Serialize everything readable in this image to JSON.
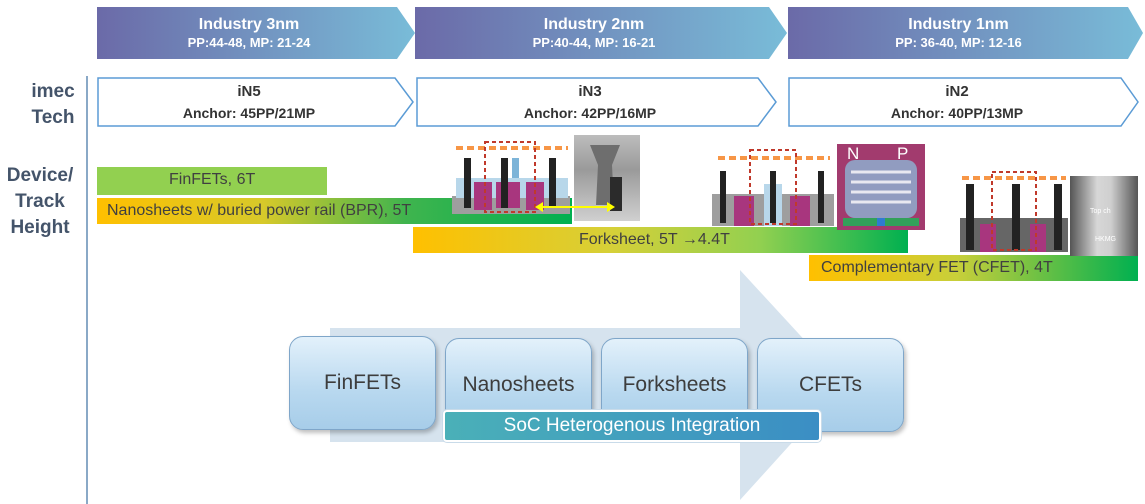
{
  "industry_nodes": [
    {
      "title": "Industry 3nm",
      "pitch": "PP:44-48, MP: 21-24"
    },
    {
      "title": "Industry 2nm",
      "pitch": "PP:40-44, MP: 16-21"
    },
    {
      "title": "Industry 1nm",
      "pitch": "PP: 36-40, MP: 12-16"
    }
  ],
  "row_labels": {
    "imec_tech": [
      "imec",
      "Tech"
    ],
    "device_track": [
      "Device/",
      "Track",
      "Height"
    ]
  },
  "imec_nodes": [
    {
      "title": "iN5",
      "anchor": "Anchor: 45PP/21MP"
    },
    {
      "title": "iN3",
      "anchor": "Anchor: 42PP/16MP"
    },
    {
      "title": "iN2",
      "anchor": "Anchor: 40PP/13MP"
    }
  ],
  "device_bars": [
    {
      "label": "FinFETs, 6T",
      "color_start": "#92d050",
      "color_end": "#92d050"
    },
    {
      "label": "Nanosheets w/ buried power rail (BPR), 5T",
      "color_start": "#ffc000",
      "color_end": "#00b050"
    },
    {
      "label": "Forksheet, 5T →4.4T",
      "color_start": "#ffc000",
      "color_end": "#00b050"
    },
    {
      "label": "Complementary FET (CFET), 4T",
      "color_start": "#ffc000",
      "color_end": "#00b050"
    }
  ],
  "micrograph_labels": {
    "forksheet_n": "N",
    "forksheet_p": "P",
    "cfet_top": "Top ch",
    "cfet_bottom": "HKMG"
  },
  "roadmap_cards": [
    "FinFETs",
    "Nanosheets",
    "Forksheets",
    "CFETs"
  ],
  "integration_banner": "SoC Heterogenous Integration",
  "colors": {
    "chevron_start": "#6b6aa8",
    "chevron_end": "#77b9d6",
    "imec_border": "#5b9bd5",
    "row_label": "#44546a",
    "arrow": "#d6e3ee"
  }
}
